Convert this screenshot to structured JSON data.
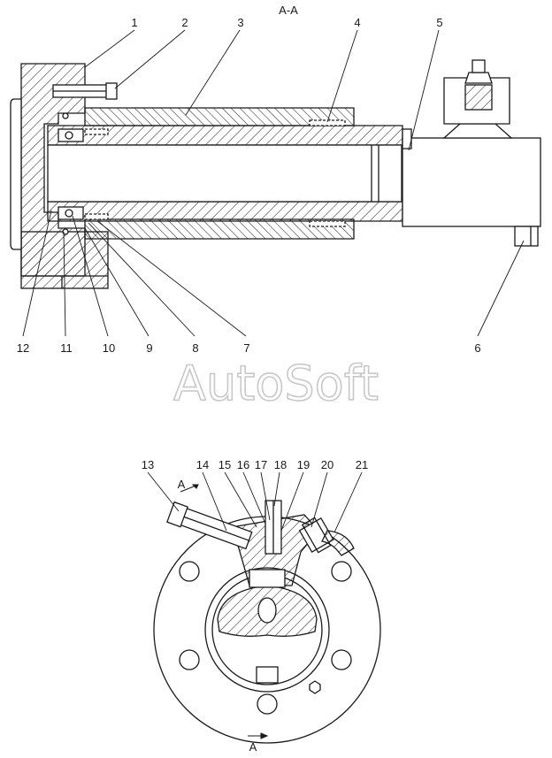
{
  "section_title": "A-A",
  "watermark": "AutoSoft",
  "section_arrow_label": "A",
  "section_arrow_label_bottom": "A",
  "top_callouts": [
    "1",
    "2",
    "3",
    "4",
    "5",
    "6",
    "7",
    "8",
    "9",
    "10",
    "11",
    "12"
  ],
  "bottom_callouts": [
    "13",
    "14",
    "15",
    "16",
    "17",
    "18",
    "19",
    "20",
    "21"
  ],
  "colors": {
    "line": "#1a1a1a",
    "hatch": "#1a1a1a",
    "background": "#ffffff",
    "watermark": "#c8c8c8"
  }
}
